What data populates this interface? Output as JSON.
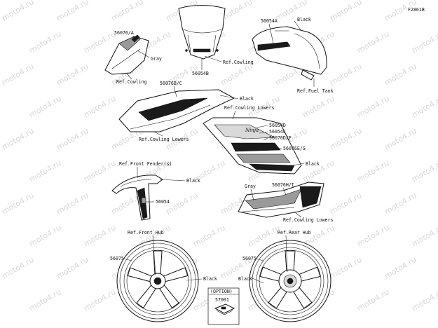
{
  "figure_code": "F2861B",
  "watermark": "moto4.ru",
  "labels": {
    "p56076a": "56076/A",
    "gray_top": "Gray",
    "ref_cowling_left": "Ref.Cowling",
    "p56054b": "56054B",
    "ref_cowling_center": "Ref.Cowling",
    "p56054a": "56054A",
    "black_tank": "Black",
    "ref_fuel_tank": "Ref.Fuel Tank",
    "p56076bc": "56076B/C",
    "black_side": "Black",
    "ref_cowling_lowers_left": "Ref.Cowling Lowers",
    "ref_cowling_lowers_top": "Ref.Cowling Lowers",
    "p56054d": "56054D",
    "p56054c": "56054C",
    "p56076df": "56076D/F",
    "p56076eg": "56076E/G",
    "black_lower": "Black",
    "ref_front_fender": "Ref.Front Fender(s)",
    "black_fender": "Black",
    "p56054": "56054",
    "gray_lower": "Gray",
    "p56076hi": "56076H/I",
    "ref_cowling_lowers_right": "Ref.Cowling Lowers",
    "ref_front_hub": "Ref.Front Hub",
    "ref_rear_hub": "Ref.Rear Hub",
    "p56075_left": "56075",
    "p56075_right": "56075",
    "black_front_wheel": "Black",
    "black_rear_wheel": "Black",
    "option": "(OPTION)",
    "p57001": "57001"
  }
}
